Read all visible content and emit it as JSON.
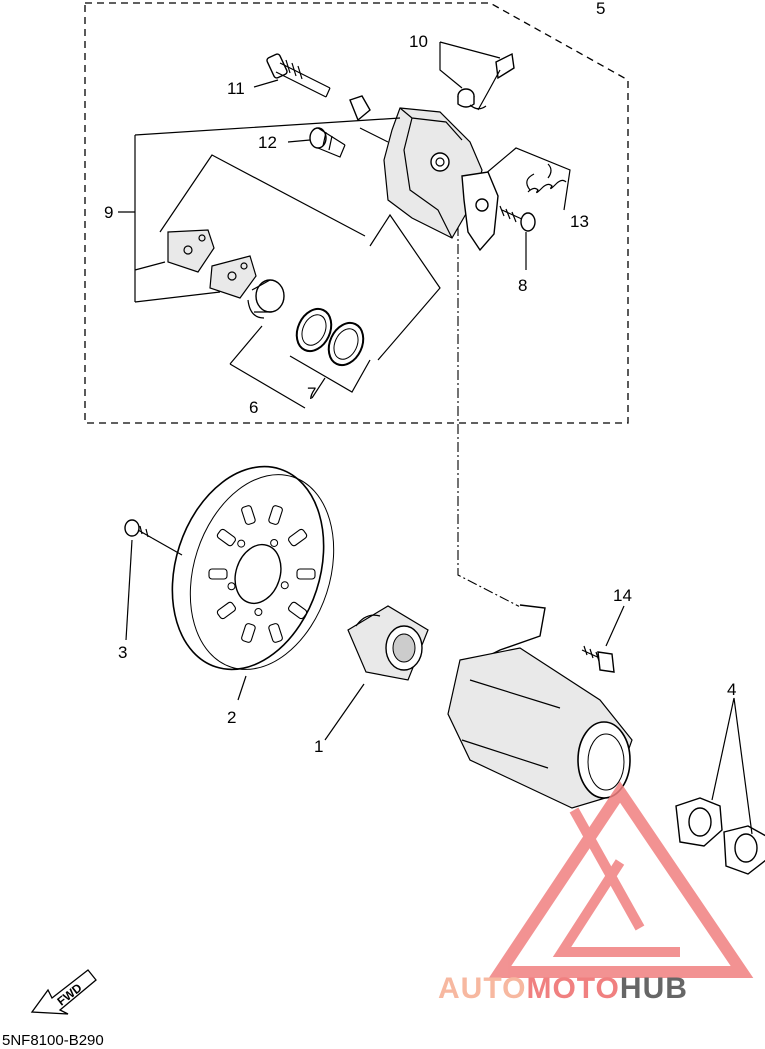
{
  "callouts": [
    "1",
    "2",
    "3",
    "4",
    "5",
    "6",
    "7",
    "8",
    "9",
    "10",
    "11",
    "12",
    "13",
    "14"
  ],
  "fwd_label": "FWD",
  "diagram_code": "5NF8100-B290",
  "watermark": {
    "part1": "AUTO",
    "part2": "MOTO",
    "part3": "HUB",
    "color_light": "#f7b8a0",
    "color_red": "#f08080",
    "color_dark": "#666666"
  }
}
